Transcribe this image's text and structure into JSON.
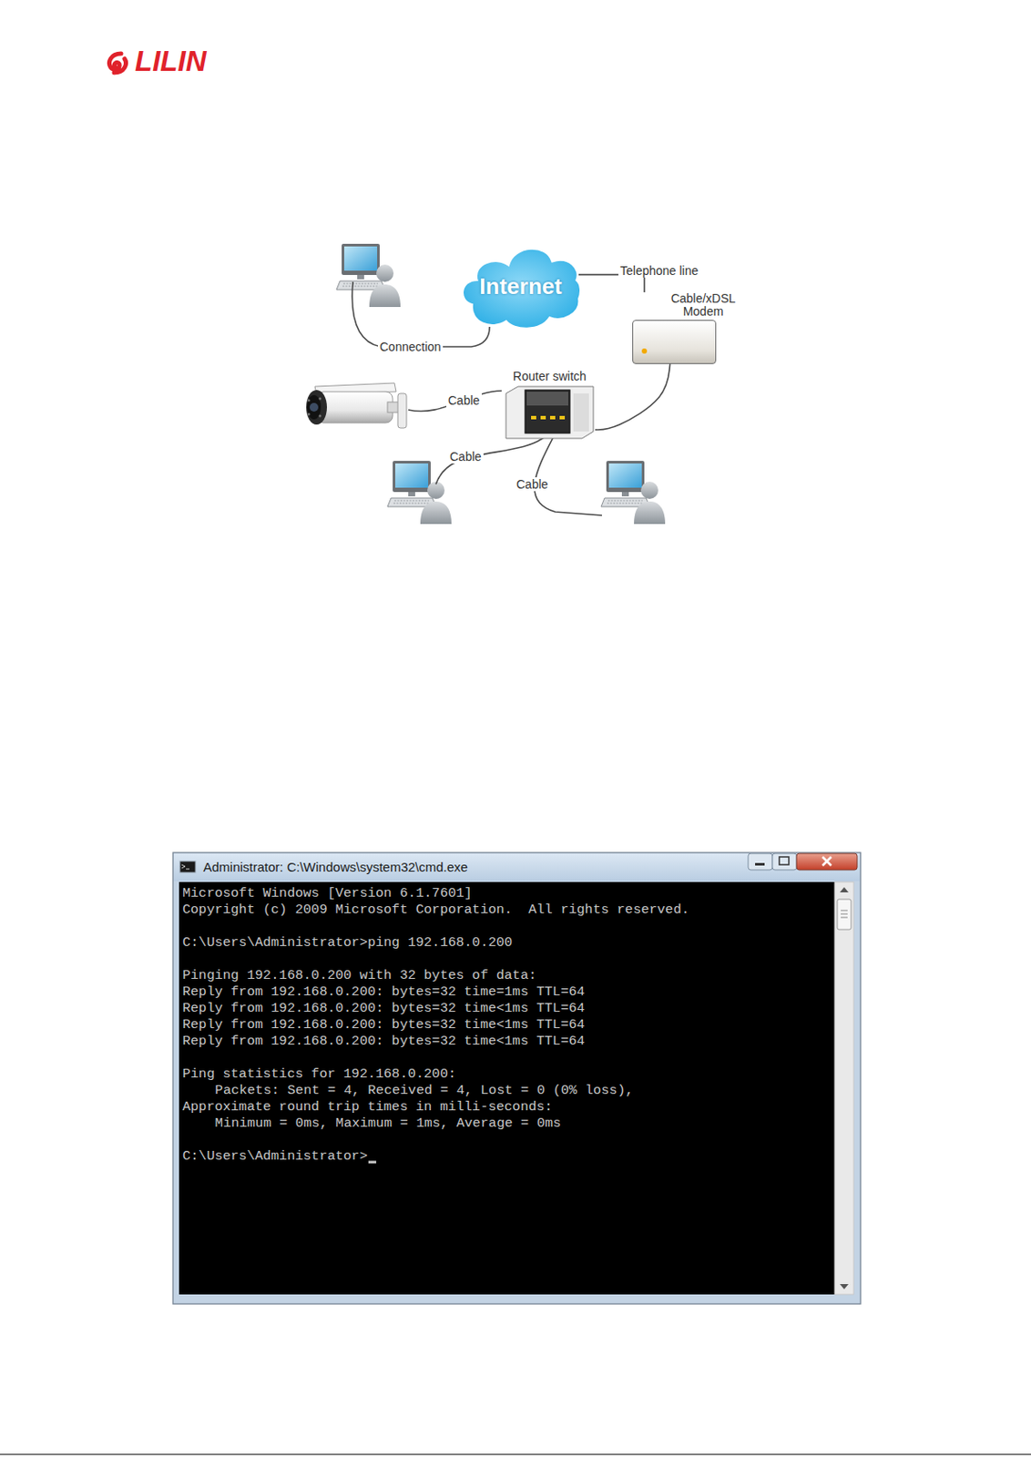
{
  "diagram": {
    "nodes": [
      {
        "text": [
          "Internet"
        ]
      },
      {
        "text": [
          "Cable/xDSL Modem"
        ]
      },
      {
        "text": [
          "Router switch"
        ]
      }
    ],
    "edges": [
      {
        "from": 0,
        "to": 1,
        "arrow": "none",
        "label": "Telephone line"
      },
      {
        "from": 1,
        "to": 2,
        "arrow": "none"
      }
    ],
    "labels": [
      "LILIN",
      "Connection",
      "Cable",
      "Cable",
      "Cable",
      "Administrator: C:\\Windows\\system32\\cmd.exe",
      "Microsoft Windows [Version 6.1.7601]",
      "Copyright (c) 2009 Microsoft Corporation.  All rights reserved.",
      "C:\\Users\\Administrator>ping 192.168.0.200",
      "Pinging 192.168.0.200 with 32 bytes of data:",
      "Reply from 192.168.0.200: bytes=32 time=1ms TTL=64",
      "Reply from 192.168.0.200: bytes=32 time<1ms TTL=64",
      "Reply from 192.168.0.200: bytes=32 time<1ms TTL=64",
      "Reply from 192.168.0.200: bytes=32 time<1ms TTL=64",
      "Ping statistics for 192.168.0.200:",
      "Packets: Sent = 4, Received = 4, Lost = 0 (0% loss),",
      "Approximate round trip times in milli-seconds:",
      "Minimum = 0ms, Maximum = 1ms, Average = 0ms",
      "C:\\Users\\Administrator>"
    ]
  }
}
